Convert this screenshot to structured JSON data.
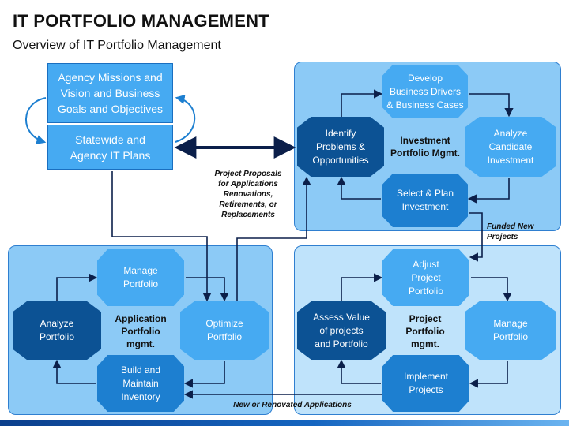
{
  "header": {
    "title": "IT PORTFOLIO MANAGEMENT",
    "subtitle": "Overview of IT Portfolio Management"
  },
  "top_left": {
    "goals": "Agency Missions and\nVision and Business\nGoals and Objectives",
    "plans": "Statewide and\nAgency IT Plans"
  },
  "investment": {
    "center": "Investment\nPortfolio Mgmt.",
    "top": "Develop\nBusiness Drivers\n& Business Cases",
    "left": "Identify\nProblems &\nOpportunities",
    "right": "Analyze\nCandidate\nInvestment",
    "bottom": "Select & Plan\nInvestment"
  },
  "application": {
    "center": "Application\nPortfolio\nmgmt.",
    "top": "Manage\nPortfolio",
    "left": "Analyze\nPortfolio",
    "right": "Optimize\nPortfolio",
    "bottom": "Build and\nMaintain\nInventory"
  },
  "project": {
    "center": "Project\nPortfolio\nmgmt.",
    "top": "Adjust\nProject\nPortfolio",
    "left": "Assess Value\nof projects\nand Portfolio",
    "right": "Manage\nPortfolio",
    "bottom": "Implement\nProjects"
  },
  "notes": {
    "proposals": "Project Proposals\nfor Applications\nRenovations,\nRetirements, or\nReplacements",
    "funded": "Funded New\nProjects",
    "new_apps": "New or Renovated Applications"
  },
  "colors": {
    "panel_dark": "#8ccaf6",
    "panel_light": "#bfe3fb",
    "box_light": "#46aaf2",
    "box_mid": "#1d7fd0",
    "box_dark": "#0c5294",
    "arrow": "#0b1f4a"
  }
}
